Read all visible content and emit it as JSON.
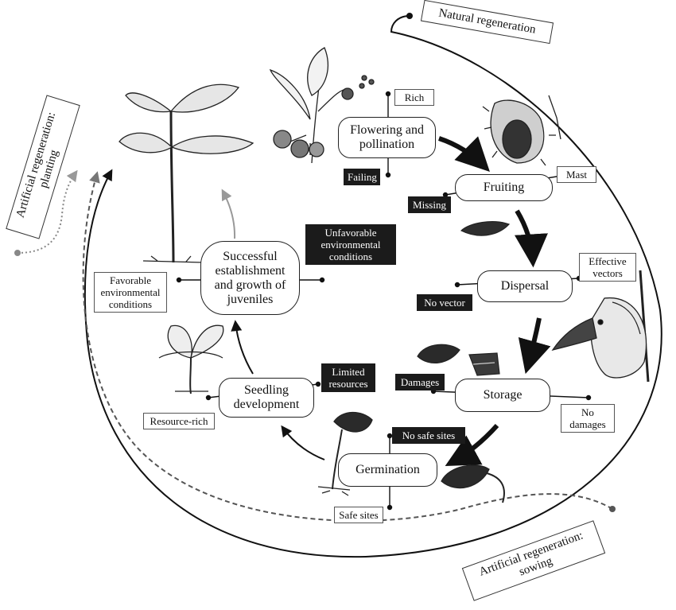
{
  "title": "",
  "stages": {
    "flowering": "Flowering and\npollination",
    "fruiting": "Fruiting",
    "dispersal": "Dispersal",
    "storage": "Storage",
    "germination": "Germination",
    "seedling": "Seedling\ndevelopment",
    "establishment": "Successful\nestablishment\nand growth of\njuveniles"
  },
  "positive_conditions": {
    "rich": "Rich",
    "mast": "Mast",
    "effective_vectors": "Effective\nvectors",
    "no_damages": "No\ndamages",
    "safe_sites": "Safe sites",
    "resource_rich": "Resource-rich",
    "favorable": "Favorable\nenvironmental\nconditions"
  },
  "negative_conditions": {
    "failing": "Failing",
    "missing": "Missing",
    "no_vector": "No vector",
    "damages": "Damages",
    "no_safe_sites": "No safe sites",
    "limited_resources": "Limited\nresources",
    "unfavorable": "Unfavorable\nenvironmental\nconditions"
  },
  "pathways": {
    "natural": "Natural regeneration",
    "planting": "Artificial regeneration:\nplanting",
    "sowing": "Artificial regeneration:\nsowing"
  },
  "illustrations": [
    "beech-flower-icon",
    "beechnut-cupule-icon",
    "beechnut-icon",
    "nuthatch-bird-icon",
    "damaged-nuts-icon",
    "germinating-seed-icon",
    "emerging-seedling-icon",
    "young-seedling-icon",
    "juvenile-tree-icon"
  ]
}
